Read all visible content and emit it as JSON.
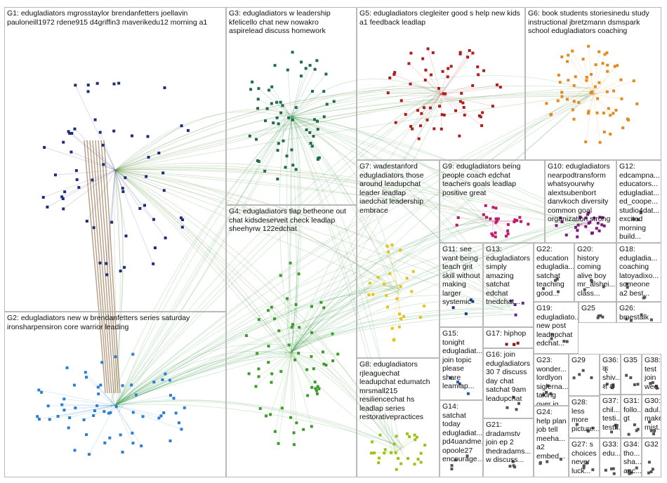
{
  "groups": [
    {
      "id": "G1",
      "label": "G1: edugladiators mgrosstaylor brendanfetters joellavin pauloneill1972 rdene915 d4griffin3 maverikedu12 morning a1",
      "color": "#1f2c7a"
    },
    {
      "id": "G2",
      "label": "G2: edugladiators new w brendanfetters series saturday ironsharpensiron core warrior leading",
      "color": "#2a7fd4"
    },
    {
      "id": "G3",
      "label": "G3: edugladiators w leadership kfelicello chat new nowakro aspirelead discuss homework",
      "color": "#1f6b4a"
    },
    {
      "id": "G4",
      "label": "G4: edugladiators tlap betheone out chat kidsdeserveit check leadlap sheehyrw 122edchat",
      "color": "#3c9c2a"
    },
    {
      "id": "G5",
      "label": "G5: edugladiators clegleiter good s help new kids a1 feedback leadlap",
      "color": "#b01c1c"
    },
    {
      "id": "G6",
      "label": "G6: book students storiesinedu study instructional jbretzmann dsmspark school edugladiators coaching",
      "color": "#e38a1a"
    },
    {
      "id": "G7",
      "label": "G7: wadestanford\nedugladiators those\naround leadupchat\nleader leadlap\niaedchat leadership\nembrace",
      "color": "#e6c21a"
    },
    {
      "id": "G8",
      "label": "G8: edugladiators\nrjleaguechat\nleadupchat edumatch\nmrsmall215\nresiliencechat hs\nleadlap series\nrestorativepractices",
      "color": "#9cc21a"
    },
    {
      "id": "G9",
      "label": "G9: edugladiators being\npeople coach edchat\nteachers goals leadlap\npositive great",
      "color": "#c2186b"
    },
    {
      "id": "G10",
      "label": "G10: edugladiators\nnearpodtransform\nwhatsyourwhy\nalextsubenbort\ndanvkoch diversity\ncommon goal\norganization strong",
      "color": "#7a1a7a"
    },
    {
      "id": "G11",
      "label": "G11: see\nwant being\nteach grit\nskill without\nmaking\nlarger\nsystemic",
      "color": "#1a3c8a"
    },
    {
      "id": "G12",
      "label": "G12:\nedcampna...\neducators...\nedugladiat...\ned_coope...\nstudio4dat...\nexcited\nmorning\nbuild...",
      "color": "#555555"
    },
    {
      "id": "G13",
      "label": "G13:\nedugladiators\nsimply\namazing\nsatchat\nedchat\ntnedchat...",
      "color": "#5a2a9a"
    },
    {
      "id": "G14",
      "label": "G14:\nsatchat\ntoday\nedugladiat...\npd4uandme...\nopoole27\nencourage...",
      "color": "#555555"
    },
    {
      "id": "G15",
      "label": "G15:\ntonight\nedugladiat...\njoin topic\nplease\nshare\nleamlap...",
      "color": "#2a5aa0"
    },
    {
      "id": "G16",
      "label": "G16: join\nedugladiators\n30 7 discuss\nday chat\nsatchat 9am\nleadupchat",
      "color": "#555555"
    },
    {
      "id": "G17",
      "label": "G17: hiphop",
      "color": "#8a1a1a"
    },
    {
      "id": "G18",
      "label": "G18:\nedugladia...\ncoaching\nlatoyadixo...\nsomeone\na2 best...",
      "color": "#555555"
    },
    {
      "id": "G19",
      "label": "G19:\nedugladiato...\nnew post\nleadupchat\nedchat...",
      "color": "#555555"
    },
    {
      "id": "G20",
      "label": "G20:\nhistory\ncoming\nalive boy\nmr_alshei...\nclass...",
      "color": "#555555"
    },
    {
      "id": "G21",
      "label": "G21:\ndradamstv\njoin ep 2\nthedradams...\nw discuss...",
      "color": "#555555"
    },
    {
      "id": "G22",
      "label": "G22:\neducation\nedugladia...\nsatchat\nteaching\ngood...",
      "color": "#555555"
    },
    {
      "id": "G23",
      "label": "G23:\nwonder...\nlordlyon\nsiglerna...\ntaking\nover ig...",
      "color": "#555555"
    },
    {
      "id": "G24",
      "label": "G24:\nhelp plan\njob tell\nmeeha...\na2\nembed...",
      "color": "#555555"
    },
    {
      "id": "G25",
      "label": "G25",
      "color": "#555555"
    },
    {
      "id": "G26",
      "label": "G26:\nbmestalk",
      "color": "#555555"
    },
    {
      "id": "G27",
      "label": "G27: s\nchoices\nnever\nluck...",
      "color": "#555555"
    },
    {
      "id": "G28",
      "label": "G28:\nless\nmore\npicture...",
      "color": "#555555"
    },
    {
      "id": "G29",
      "label": "G29",
      "color": "#555555"
    },
    {
      "id": "G30",
      "label": "G30:\nadul...\nmake\nmist...",
      "color": "#555555"
    },
    {
      "id": "G31",
      "label": "G31:\nfollo...\ngt",
      "color": "#555555"
    },
    {
      "id": "G32",
      "label": "G32",
      "color": "#555555"
    },
    {
      "id": "G33",
      "label": "G33:\nedu...",
      "color": "#555555"
    },
    {
      "id": "G34",
      "label": "G34:\ntho...\nsha...\nanc...",
      "color": "#555555"
    },
    {
      "id": "G35",
      "label": "G35",
      "color": "#555555"
    },
    {
      "id": "G36",
      "label": "G36:\nक्\nshiv...\nश श",
      "color": "#555555"
    },
    {
      "id": "G37",
      "label": "G37:\nchil...\ntesti...\ntestf...",
      "color": "#555555"
    },
    {
      "id": "G38",
      "label": "G38:\ntest\njoin\nwee...",
      "color": "#555555"
    }
  ]
}
